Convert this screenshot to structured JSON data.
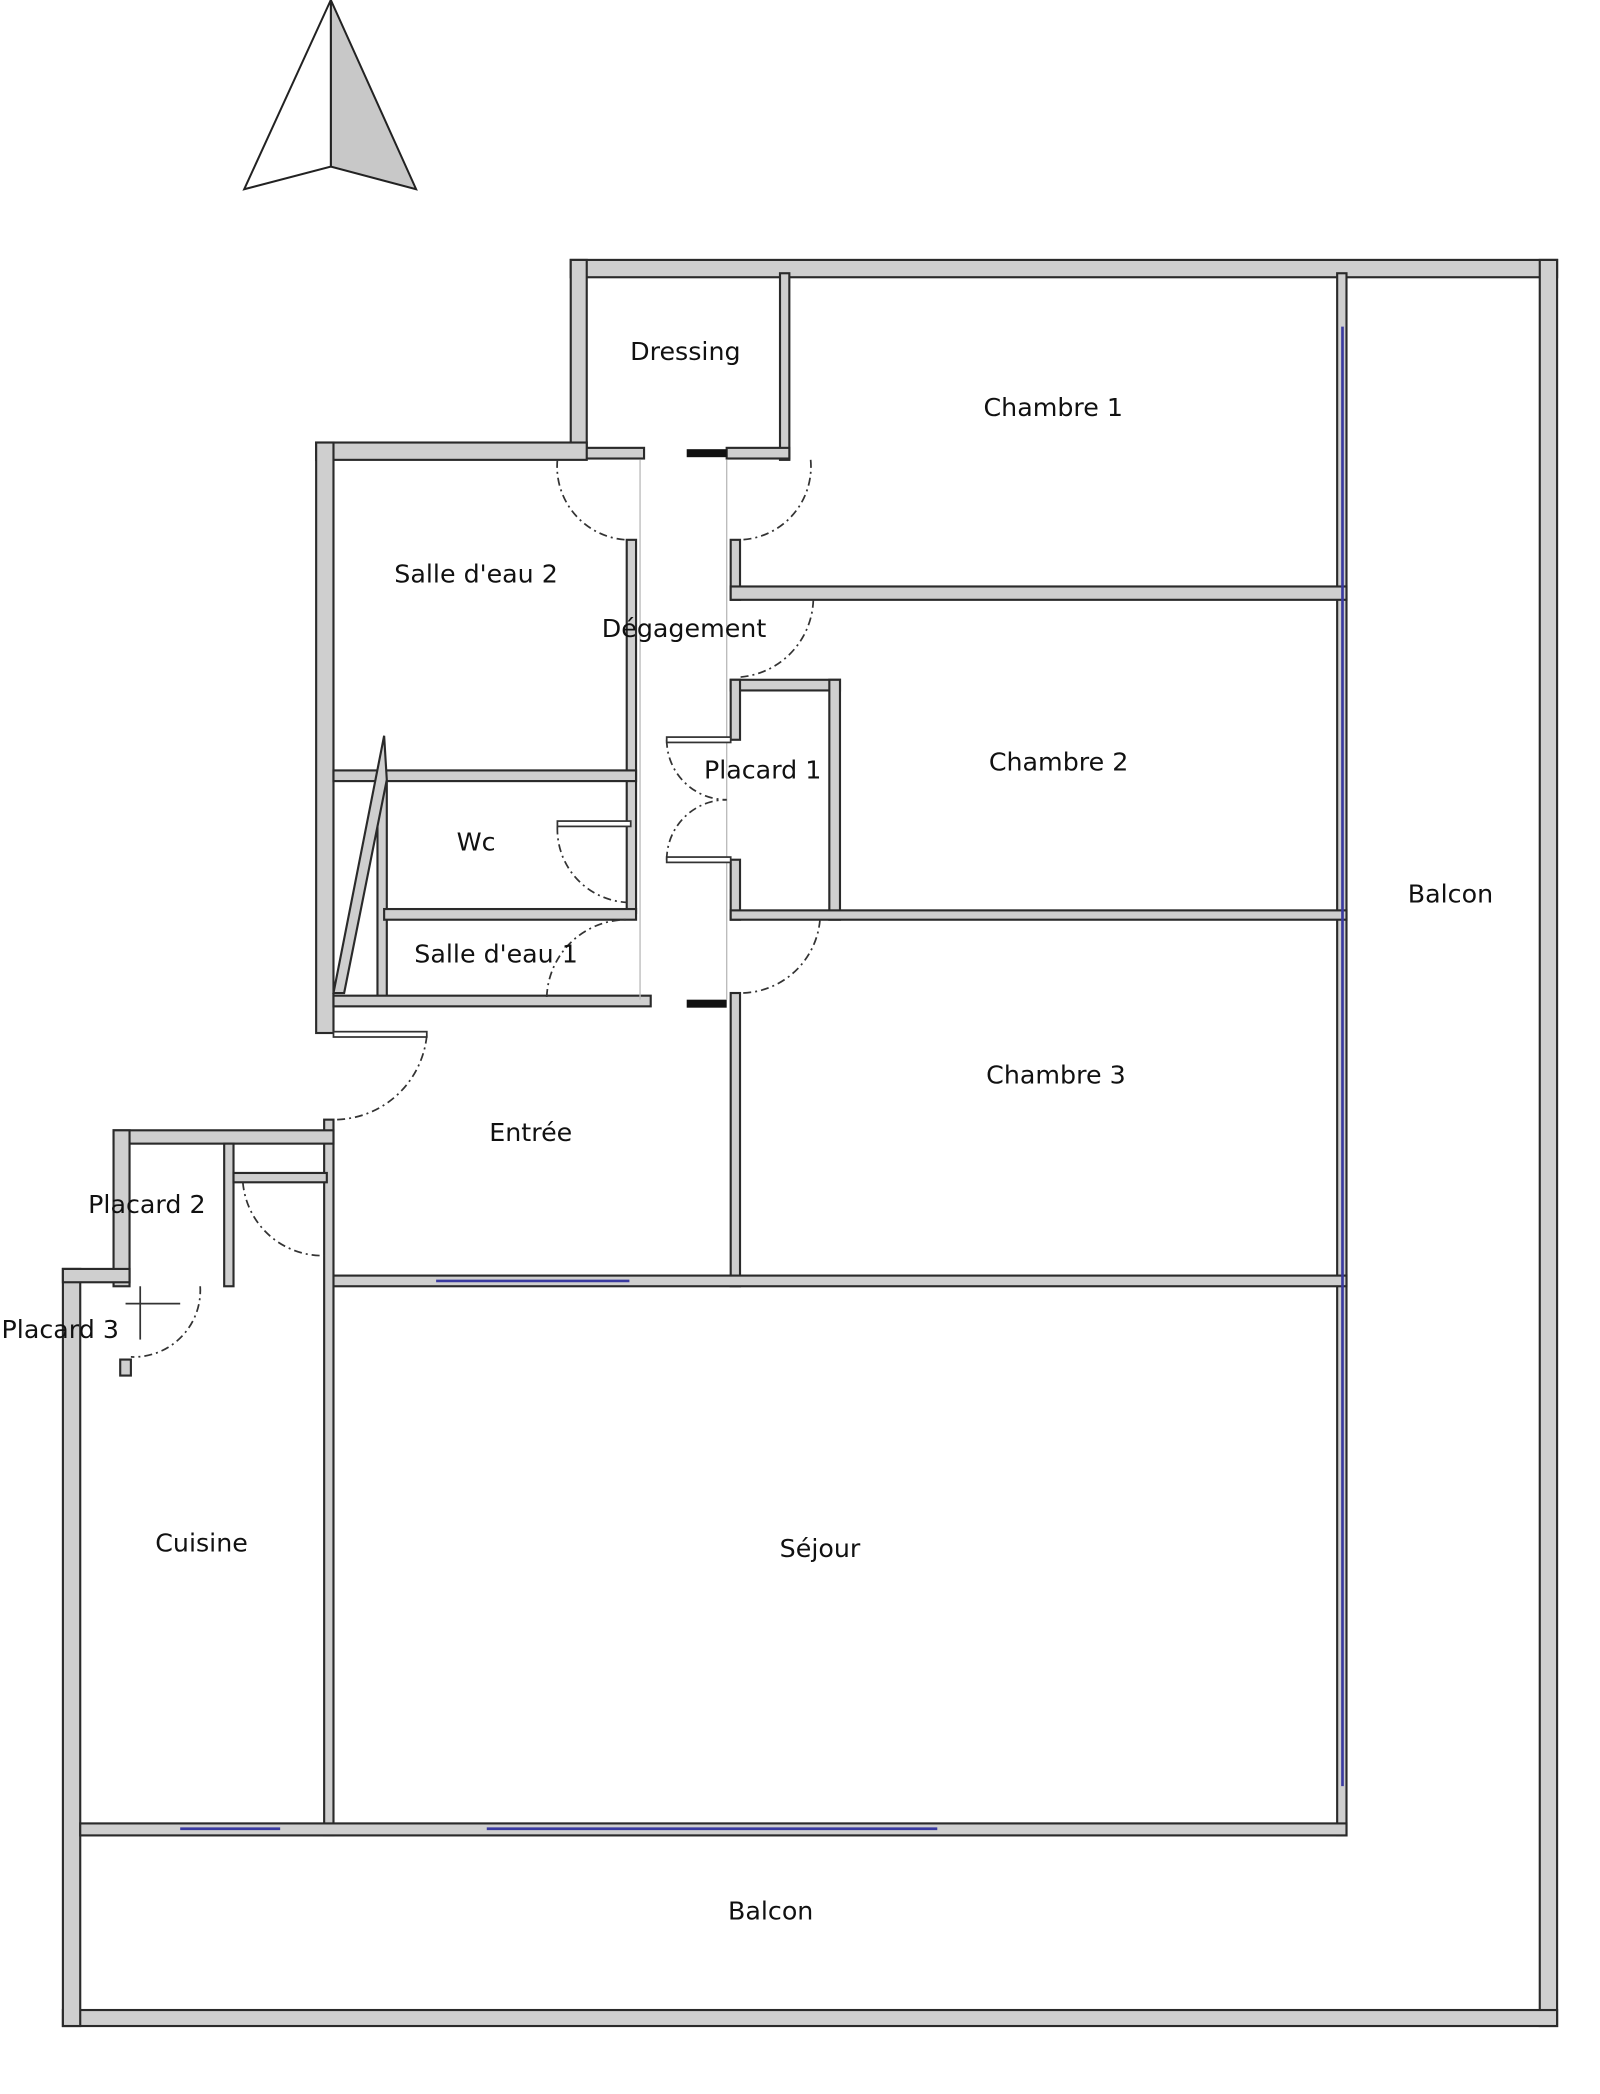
{
  "plan": {
    "rooms": {
      "dressing": "Dressing",
      "chambre1": "Chambre 1",
      "salle_eau2": "Salle d'eau 2",
      "degagement": "Dégagement",
      "placard1": "Placard 1",
      "chambre2": "Chambre 2",
      "wc": "Wc",
      "salle_eau1": "Salle d'eau 1",
      "balcon_right": "Balcon",
      "chambre3": "Chambre 3",
      "entree": "Entrée",
      "placard2": "Placard 2",
      "placard3": "Placard 3",
      "cuisine": "Cuisine",
      "sejour": "Séjour",
      "balcon_bottom": "Balcon"
    },
    "colors": {
      "wall": "#cfcfcf",
      "window": "#3a3aa0",
      "compass_fill": "#c8c8c8"
    }
  }
}
